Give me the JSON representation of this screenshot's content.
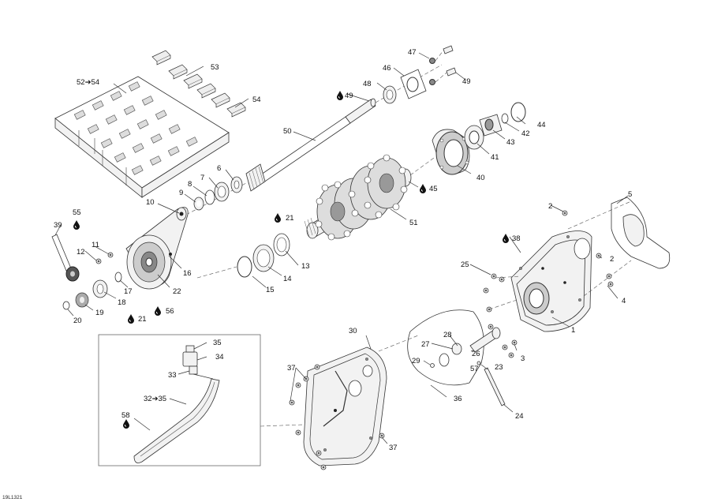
{
  "drawing_code": "19L1321",
  "callouts": [
    {
      "id": "c1",
      "text": "1"
    },
    {
      "id": "c2a",
      "text": "2"
    },
    {
      "id": "c2b",
      "text": "2"
    },
    {
      "id": "c3",
      "text": "3"
    },
    {
      "id": "c4",
      "text": "4"
    },
    {
      "id": "c5",
      "text": "5"
    },
    {
      "id": "c6",
      "text": "6"
    },
    {
      "id": "c7",
      "text": "7"
    },
    {
      "id": "c8",
      "text": "8"
    },
    {
      "id": "c9",
      "text": "9"
    },
    {
      "id": "c10",
      "text": "10"
    },
    {
      "id": "c11",
      "text": "11"
    },
    {
      "id": "c12",
      "text": "12"
    },
    {
      "id": "c13",
      "text": "13"
    },
    {
      "id": "c14",
      "text": "14"
    },
    {
      "id": "c15",
      "text": "15"
    },
    {
      "id": "c16",
      "text": "16"
    },
    {
      "id": "c17",
      "text": "17"
    },
    {
      "id": "c18",
      "text": "18"
    },
    {
      "id": "c19",
      "text": "19"
    },
    {
      "id": "c20",
      "text": "20"
    },
    {
      "id": "c21a",
      "text": "21",
      "oil": true
    },
    {
      "id": "c21b",
      "text": "21",
      "oil": true
    },
    {
      "id": "c22",
      "text": "22"
    },
    {
      "id": "c23",
      "text": "23"
    },
    {
      "id": "c24",
      "text": "24"
    },
    {
      "id": "c25",
      "text": "25"
    },
    {
      "id": "c26",
      "text": "26"
    },
    {
      "id": "c27",
      "text": "27"
    },
    {
      "id": "c28",
      "text": "28"
    },
    {
      "id": "c29",
      "text": "29"
    },
    {
      "id": "c30",
      "text": "30"
    },
    {
      "id": "c32",
      "text": "32➔35"
    },
    {
      "id": "c33",
      "text": "33"
    },
    {
      "id": "c34",
      "text": "34"
    },
    {
      "id": "c35",
      "text": "35"
    },
    {
      "id": "c36",
      "text": "36"
    },
    {
      "id": "c37a",
      "text": "37"
    },
    {
      "id": "c37b",
      "text": "37"
    },
    {
      "id": "c38",
      "text": "38",
      "oil": true
    },
    {
      "id": "c39",
      "text": "39"
    },
    {
      "id": "c40",
      "text": "40"
    },
    {
      "id": "c41",
      "text": "41"
    },
    {
      "id": "c42",
      "text": "42"
    },
    {
      "id": "c43",
      "text": "43"
    },
    {
      "id": "c44",
      "text": "44"
    },
    {
      "id": "c45",
      "text": "45",
      "oil": true
    },
    {
      "id": "c46",
      "text": "46"
    },
    {
      "id": "c47",
      "text": "47"
    },
    {
      "id": "c48",
      "text": "48"
    },
    {
      "id": "c49a",
      "text": "49",
      "oil": true
    },
    {
      "id": "c49b",
      "text": "49"
    },
    {
      "id": "c50",
      "text": "50"
    },
    {
      "id": "c51",
      "text": "51"
    },
    {
      "id": "c52",
      "text": "52➔54"
    },
    {
      "id": "c53",
      "text": "53"
    },
    {
      "id": "c54",
      "text": "54"
    },
    {
      "id": "c55",
      "text": "55"
    },
    {
      "id": "c56",
      "text": "56",
      "oil": true
    },
    {
      "id": "c57",
      "text": "57"
    },
    {
      "id": "c58",
      "text": "58"
    }
  ],
  "icons": {
    "oil_drop": "oil-drop-icon"
  }
}
